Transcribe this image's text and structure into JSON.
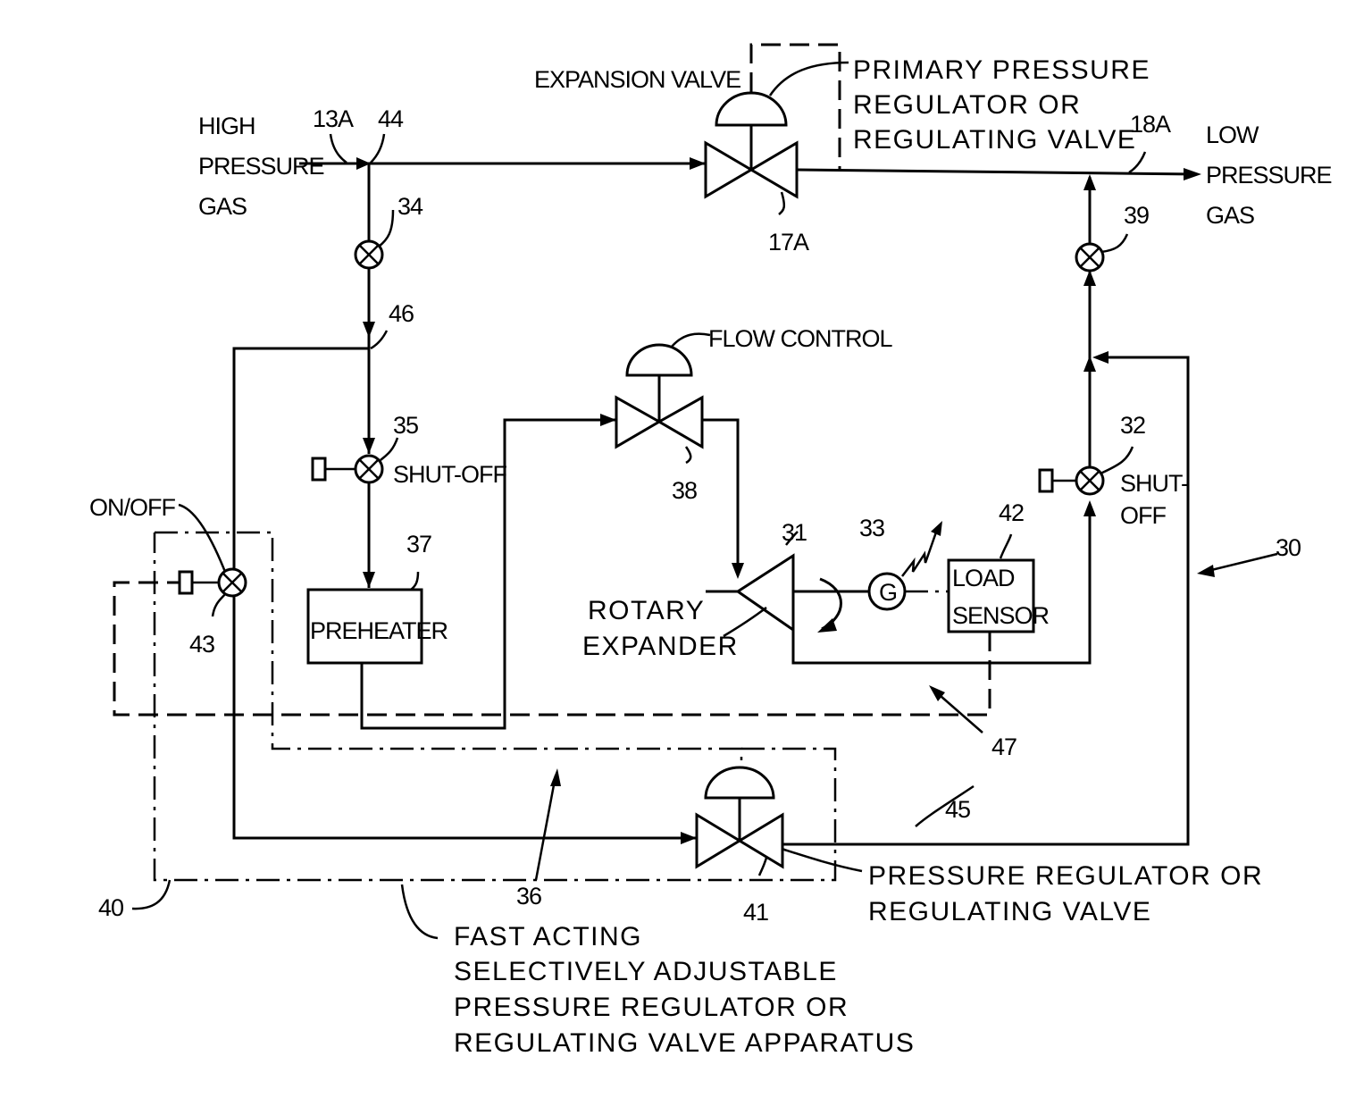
{
  "labels": {
    "high_pressure_gas": [
      "HIGH",
      "PRESSURE",
      "GAS"
    ],
    "low_pressure_gas": [
      "LOW",
      "PRESSURE",
      "GAS"
    ],
    "expansion_valve": "EXPANSION VALVE",
    "primary_regulator": [
      "PRIMARY PRESSURE",
      "REGULATOR OR",
      "REGULATING VALVE"
    ],
    "flow_control": "FLOW CONTROL",
    "shut_off_35": "SHUT-OFF",
    "shut_off_32": [
      "SHUT-",
      "OFF"
    ],
    "on_off": "ON/OFF",
    "preheater": "PREHEATER",
    "rotary_expander": [
      "ROTARY",
      "EXPANDER"
    ],
    "generator": "G",
    "load_sensor": [
      "LOAD",
      "SENSOR"
    ],
    "pressure_regulator": [
      "PRESSURE REGULATOR OR",
      "REGULATING VALVE"
    ],
    "fast_acting": [
      "FAST ACTING",
      "SELECTIVELY ADJUSTABLE",
      "PRESSURE REGULATOR OR",
      "REGULATING VALVE APPARATUS"
    ]
  },
  "refs": {
    "r13A": "13A",
    "r44": "44",
    "r34": "34",
    "r46": "46",
    "r35": "35",
    "r37": "37",
    "r43": "43",
    "r38": "38",
    "r31": "31",
    "r33": "33",
    "r42": "42",
    "r17A": "17A",
    "r18A": "18A",
    "r39": "39",
    "r32": "32",
    "r30": "30",
    "r47": "47",
    "r45": "45",
    "r41": "41",
    "r36": "36",
    "r40": "40"
  }
}
